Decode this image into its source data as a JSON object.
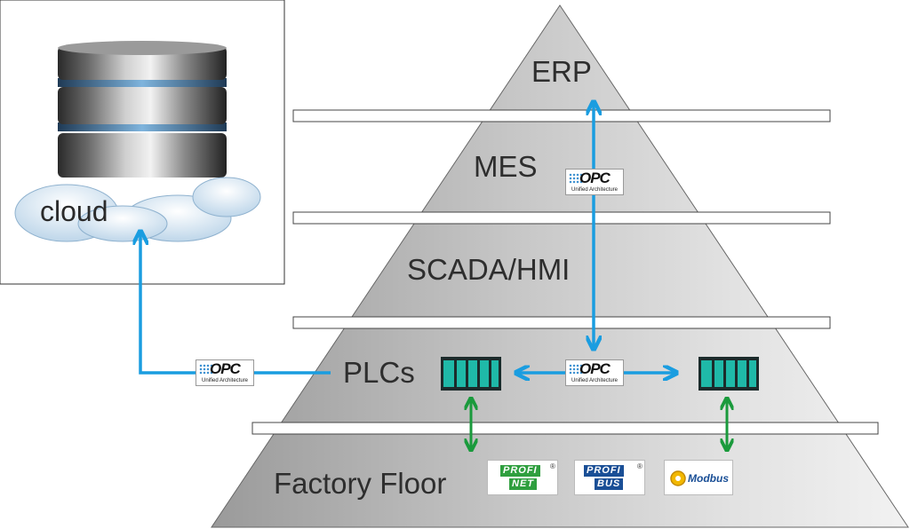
{
  "layers": {
    "erp": "ERP",
    "mes": "MES",
    "scada": "SCADA/HMI",
    "plcs": "PLCs",
    "floor": "Factory Floor"
  },
  "cloud": {
    "label": "cloud"
  },
  "opc_badge": {
    "mark": "OPC",
    "sub": "Unified Architecture"
  },
  "fieldbus": {
    "profinet_top": "PROFI",
    "profinet_bottom": "NET",
    "profibus_top": "PROFI",
    "profibus_bottom": "BUS",
    "registered": "®",
    "modbus": "Modbus"
  },
  "colors": {
    "opc_link": "#1a9de0",
    "fieldbus_link": "#1a9a3c",
    "plc_module": "#1fb9a8",
    "pyramid_light": "#ececec",
    "pyramid_dark": "#8a8a8a"
  }
}
